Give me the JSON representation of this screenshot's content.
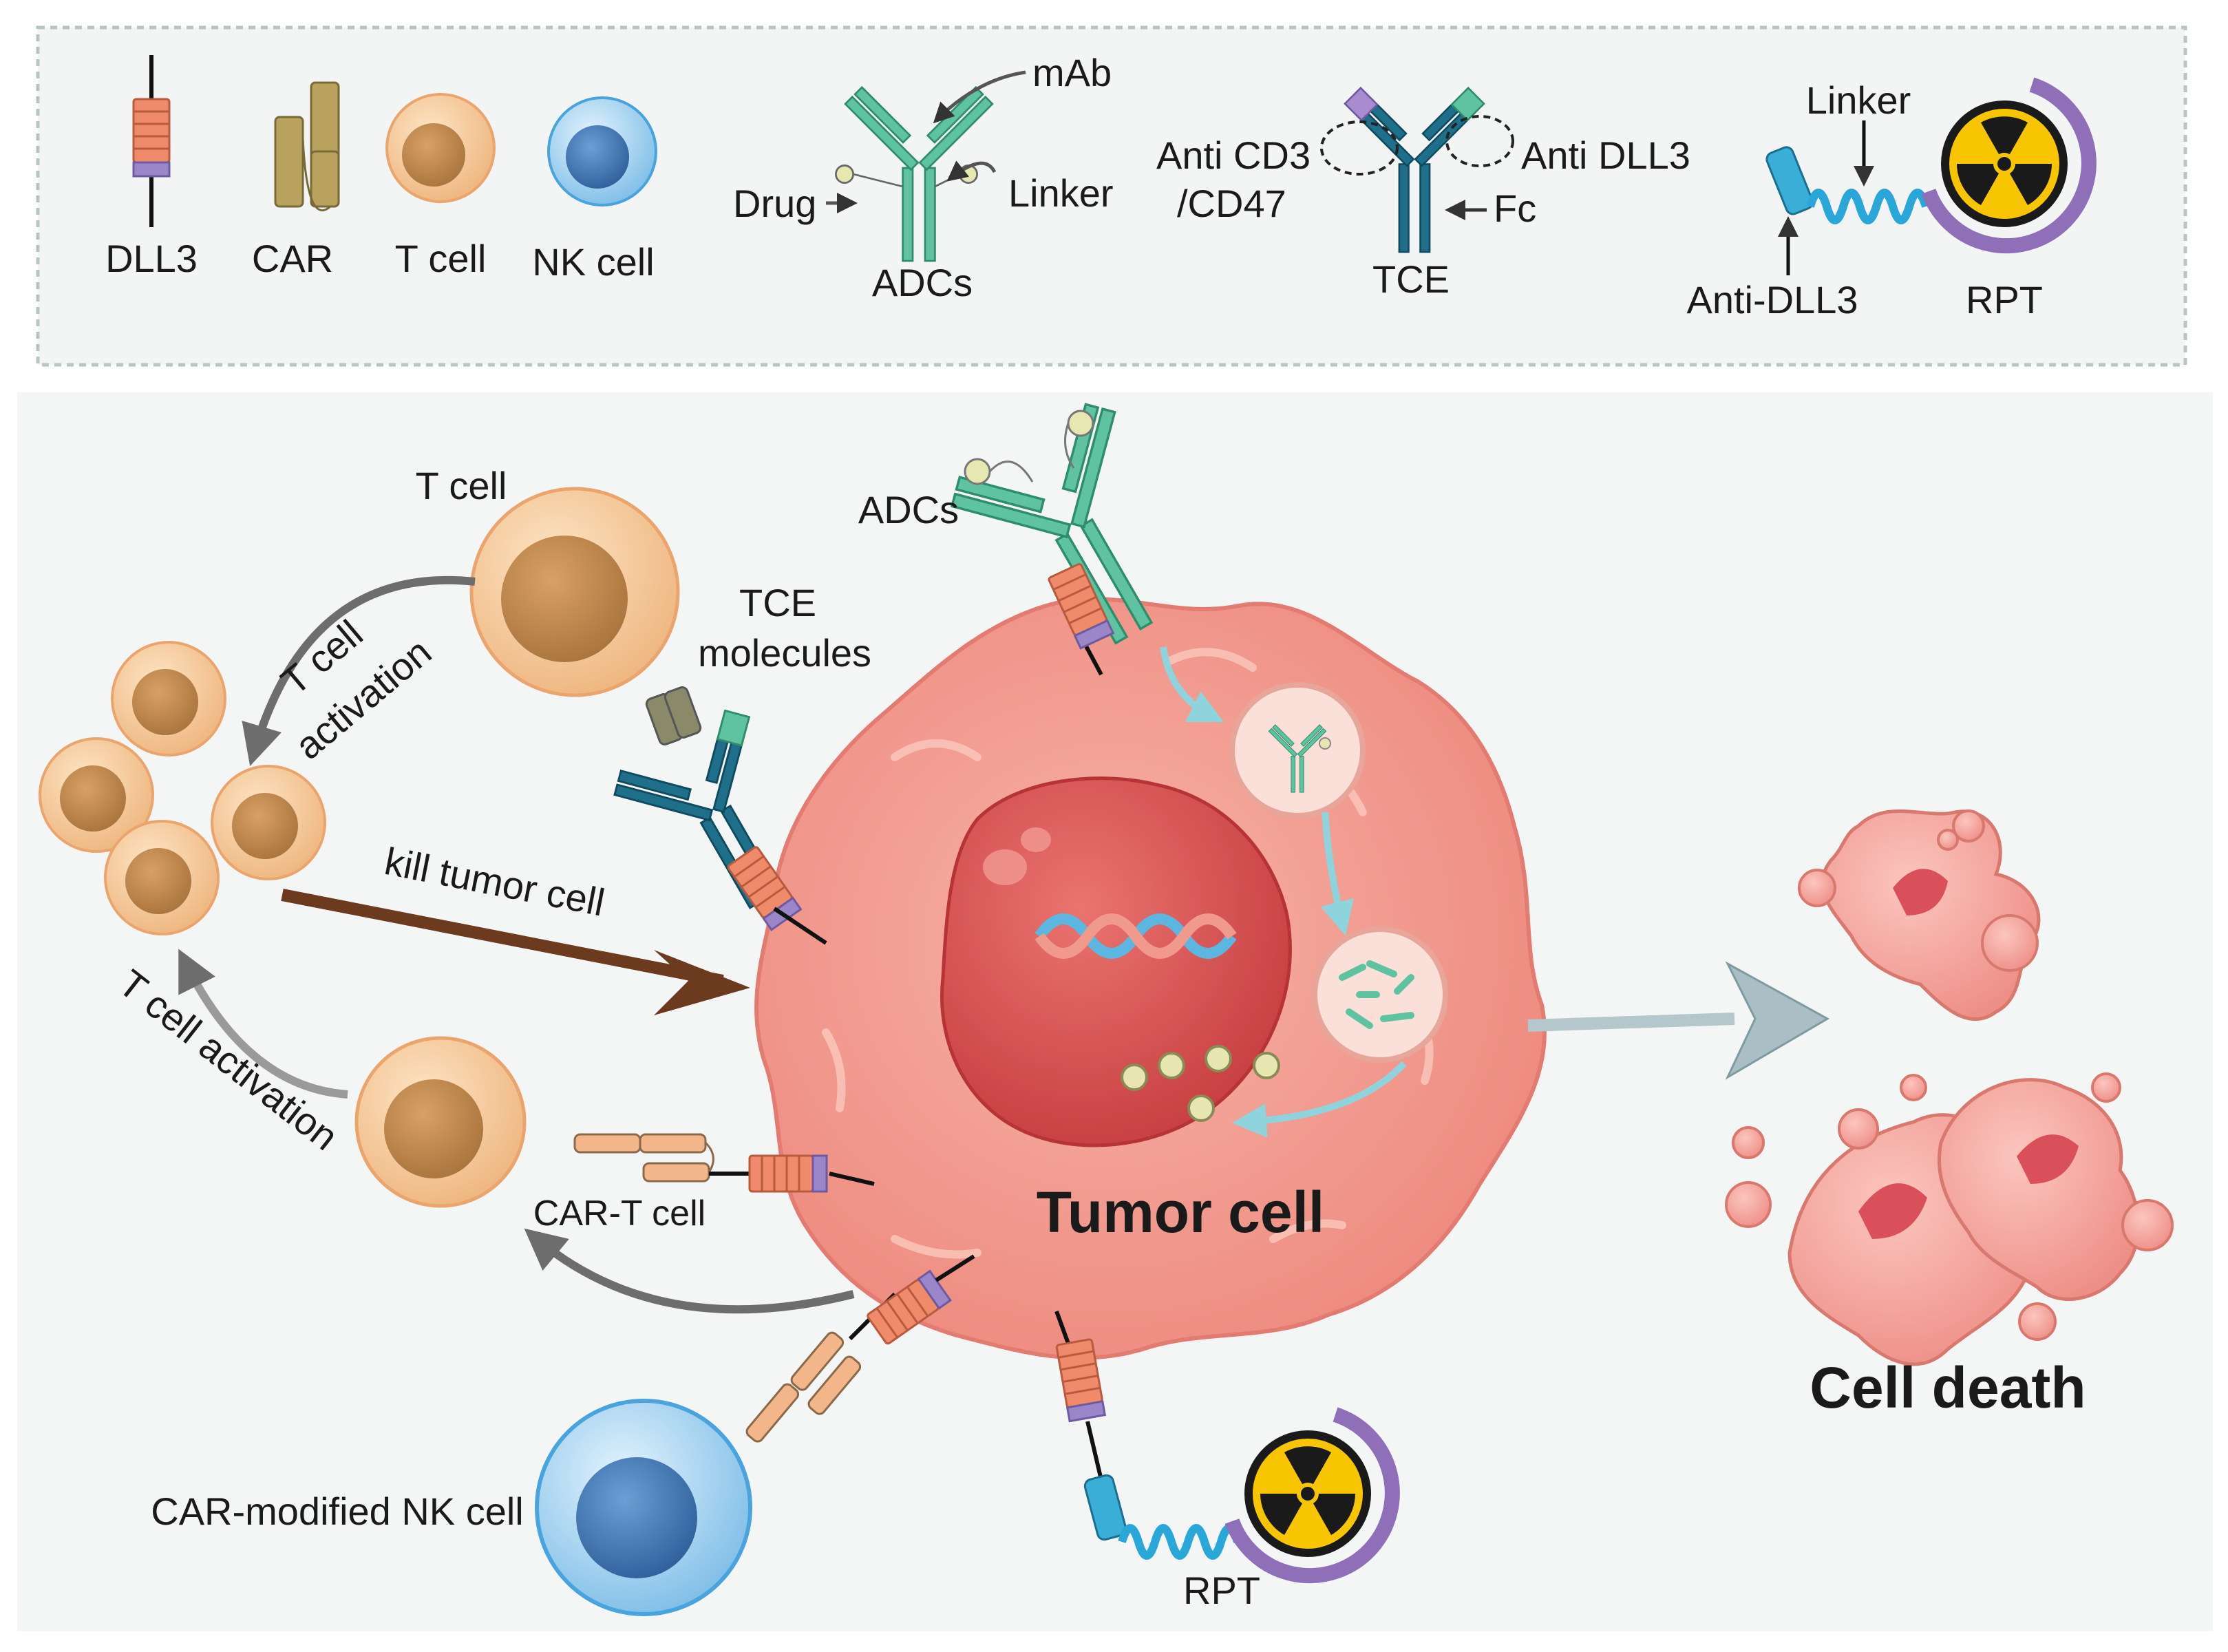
{
  "legend": {
    "dll3": "DLL3",
    "car": "CAR",
    "t_cell": "T cell",
    "nk_cell": "NK cell",
    "mab": "mAb",
    "drug": "Drug",
    "linker_adc": "Linker",
    "adcs": "ADCs",
    "anti_cd3_line1": "Anti CD3",
    "anti_cd3_line2": "/CD47",
    "anti_dll3": "Anti DLL3",
    "fc": "Fc",
    "tce": "TCE",
    "linker_rpt": "Linker",
    "anti_dll3_rpt": "Anti-DLL3",
    "rpt": "RPT"
  },
  "main": {
    "t_cell": "T cell",
    "t_cell_activation_top_1": "T cell",
    "t_cell_activation_top_2": "activation",
    "tce_molecules_1": "TCE",
    "tce_molecules_2": "molecules",
    "adcs": "ADCs",
    "kill_tumor_cell": "kill tumor cell",
    "t_cell_activation_bottom": "T cell activation",
    "car_t_cell": "CAR-T cell",
    "tumor_cell": "Tumor cell",
    "car_nk_cell": "CAR-modified NK cell",
    "rpt": "RPT",
    "cell_death": "Cell death"
  },
  "colors": {
    "tumor": "#f08b82",
    "nucleus": "#d9504f",
    "t_cell": "#f6c99a",
    "nk_cell": "#8cc6ec",
    "adc": "#5fc3a2",
    "tce": "#1f6f8b",
    "dll3": "#ef8a6b",
    "arrow_gray": "#6d6d6d",
    "kill_arrow": "#6b3a1f",
    "radiation": "#f7c600"
  }
}
